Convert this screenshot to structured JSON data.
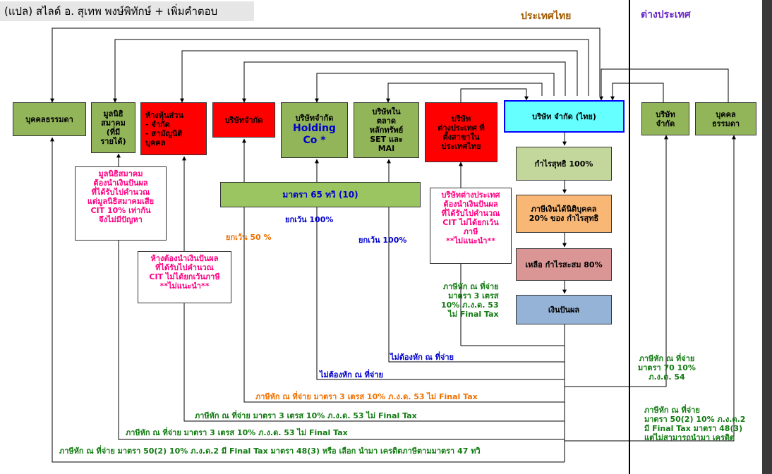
{
  "slide_title": "(แปล) สไลด์ อ. สุเทพ พงษ์พิทักษ์ + เพิ่มคำตอบ",
  "headers": {
    "thailand": "ประเทศไทย",
    "foreign": "ต่างประเทศ"
  },
  "colors": {
    "box_green": "#92b55a",
    "box_red": "#ff0000",
    "box_cyan": "#66ffff",
    "cyan_border": "#0000ff",
    "bar_green": "#9bc560",
    "profit_green": "#c3d69b",
    "tax_orange": "#f9b776",
    "retained_pink": "#d99694",
    "dividend_blue": "#95b3d7",
    "note_text": "#ff0080",
    "label_green": "#117a11",
    "label_orange": "#f07000",
    "label_blue": "#0000cc"
  },
  "entities": {
    "individual": "บุคคลธรรมดา",
    "foundation": "มูลนิธิ\nสมาคม\n(ที่มี\nรายได้)",
    "partnership": "ห้างหุ้นส่วน\n-   จำกัด\n-   สามัญนิติ\n    บุคคล",
    "limited_company": "บริษัทจำกัด",
    "holding_line1": "บริษัทจำกัด",
    "holding_line2": "Holding\nCo *",
    "listed_company": "บริษัทใน\nตลาด\nหลักทรัพย์\nSET และ\nMAI",
    "foreign_branch": "บริษัท\nต่างประเทศ ที่\nตั้งสาขาใน\nประเทศไทย",
    "thai_company": "บริษัท จำกัด (ไทย)",
    "foreign_company": "บริษัท\nจำกัด",
    "foreign_individual": "บุคคล\nธรรมดา"
  },
  "flow": {
    "profit": "กำไรสุทธิ  100%",
    "cit": "ภาษีเงินได้นิติบุคคล\n20% ของ กำไรสุทธิ",
    "retained": "เหลือ กำไรสะสม 80%",
    "dividend": "เงินปันผล"
  },
  "section_bar": "มาตรา 65 ทวิ (10)",
  "notes": {
    "foundation": "มูลนิธิสมาคม\nต้องนำเงินปันผล\nที่ได้รับไปคำนวณ\nแต่มูลนิธิสมาคมเสีย\nCIT  10% เท่ากัน\nจึงไม่มีปัญหา",
    "partnership": "ห้างต้องนำเงินปันผล\nที่ได้รับไปคำนวณ\nCIT ไม่ได้ยกเว้นภาษี\n**ไม่แนะนำ**",
    "foreign_branch": "บริษัทต่างประเทศ\nต้องนำเงินปันผล\nที่ได้รับไปคำนวณ\nCIT ไม่ได้ยกเว้น\nภาษี\n**ไม่แนะนำ**"
  },
  "labels": {
    "exempt_50": "ยกเว้น  50 %",
    "exempt_100_a": "ยกเว้น   100%",
    "exempt_100_b": "ยกเว้น   100%",
    "foreign_branch_wht": "ภาษีหัก ณ ที่จ่าย\nมาตรา 3  เตรส\n10%  ภ.ง.ด. 53\nไม่ Final Tax",
    "no_wht_1": "ไม่ต้องหัก ณ ที่จ่าย",
    "no_wht_2": "ไม่ต้องหัก ณ ที่จ่าย",
    "wht_limited": "ภาษีหัก ณ ที่จ่าย  มาตรา 3  เตรส  10% ภ.ง.ด. 53   ไม่ Final Tax",
    "wht_partnership": "ภาษีหัก ณ ที่จ่าย  มาตรา 3  เตรส 10% ภ.ง.ด. 53   ไม่ Final Tax",
    "wht_foundation": "ภาษีหัก ณ ที่จ่าย  มาตรา 3  เตรส  10% ภ.ง.ด. 53  ไม่ Final Tax",
    "wht_individual": "ภาษีหัก ณ ที่จ่าย  มาตรา 50(2) 10% ภ.ง.ด.2     มี Final Tax มาตรา 48(3)  หรือ เลือก  นำมา เครดิตภาษีตามมาตรา 47 ทวิ",
    "wht_foreign_company": "ภาษีหัก ณ ที่จ่าย\nมาตรา  70    10%\nภ.ง.ด. 54",
    "wht_foreign_individual": "ภาษีหัก ณ ที่จ่าย\nมาตรา 50(2) 10% ภ.ง.ด.2\nมี Final Tax มาตรา 48(3)\nแต่ไม่สามารถนำมา เครดิต"
  }
}
